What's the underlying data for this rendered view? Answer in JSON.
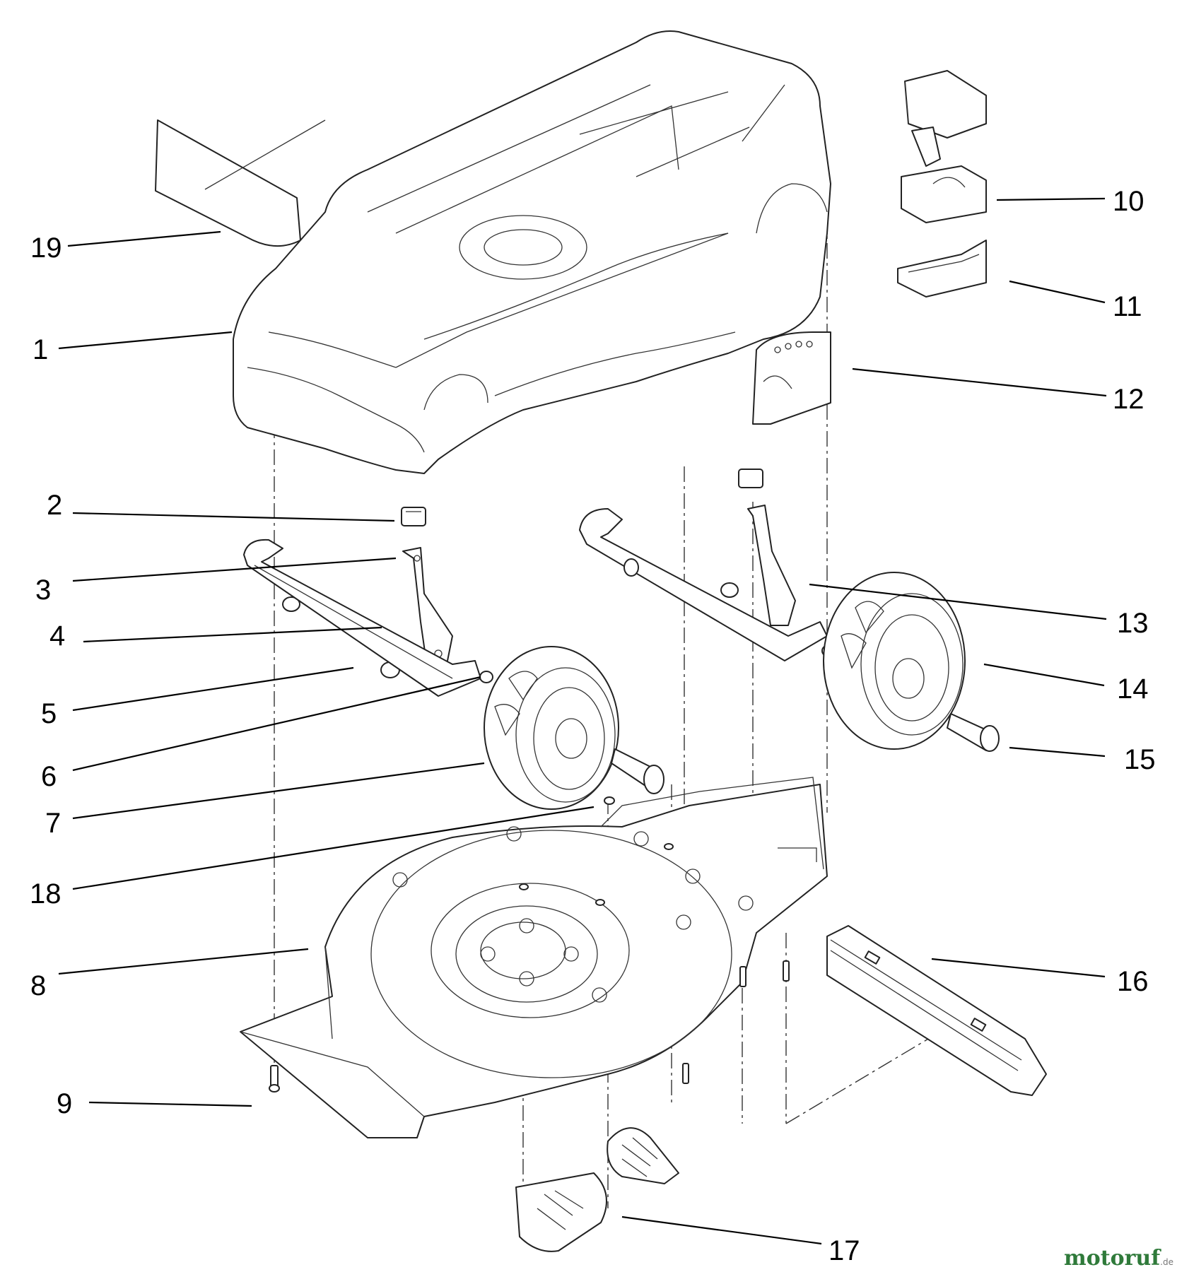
{
  "diagram": {
    "callouts": [
      {
        "id": "1",
        "label": "1"
      },
      {
        "id": "2",
        "label": "2"
      },
      {
        "id": "3",
        "label": "3"
      },
      {
        "id": "4",
        "label": "4"
      },
      {
        "id": "5",
        "label": "5"
      },
      {
        "id": "6",
        "label": "6"
      },
      {
        "id": "7",
        "label": "7"
      },
      {
        "id": "8",
        "label": "8"
      },
      {
        "id": "9",
        "label": "9"
      },
      {
        "id": "10",
        "label": "10"
      },
      {
        "id": "11",
        "label": "11"
      },
      {
        "id": "12",
        "label": "12"
      },
      {
        "id": "13",
        "label": "13"
      },
      {
        "id": "14",
        "label": "14"
      },
      {
        "id": "15",
        "label": "15"
      },
      {
        "id": "16",
        "label": "16"
      },
      {
        "id": "17",
        "label": "17"
      },
      {
        "id": "18",
        "label": "18"
      },
      {
        "id": "19",
        "label": "19"
      }
    ]
  },
  "watermark": {
    "brand_main": "motoruf",
    "brand_suffix": ".de"
  },
  "colors": {
    "line": "#222222",
    "background": "#ffffff",
    "watermark_green": "#2f7a3a",
    "watermark_red": "#c0392b"
  }
}
